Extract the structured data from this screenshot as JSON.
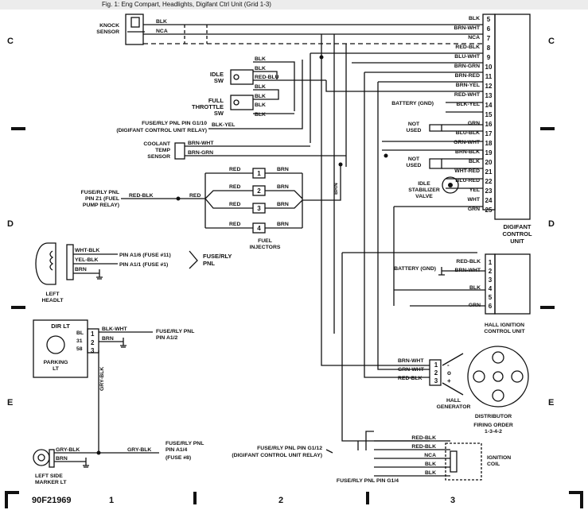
{
  "caption": "Fig. 1: Eng Compart, Headlights, Digifant Ctrl Unit (Grid 1-3)",
  "figure_id": "90F21969",
  "grid": {
    "rows": [
      "C",
      "D",
      "E"
    ],
    "cols": [
      "1",
      "2",
      "3"
    ]
  },
  "components": {
    "knock_sensor": "KNOCK SENSOR",
    "idle_sw": "IDLE SW",
    "full_throttle_sw": "FULL THROTTLE SW",
    "fuse_g1_10": "FUSE/RLY PNL PIN G1/10",
    "fuse_g1_10_note": "(DIGIFANT CONTROL UNIT RELAY)",
    "coolant_sensor": "COOLANT TEMP SENSOR",
    "fuse_z1": "FUSE/RLY PNL PIN Z1 (FUEL PUMP RELAY)",
    "fuel_injectors": "FUEL INJECTORS",
    "fuse_rly_pnl": "FUSE/RLY PNL",
    "pin_a1_6": "PIN A1/6 (FUSE #11)",
    "pin_a1_1": "PIN A1/1 (FUSE #1)",
    "left_headlt": "LEFT HEADLT",
    "dir_lt": "DIR LT",
    "parking_lt": "PARKING LT",
    "fuse_a1_2": "FUSE/RLY PNL PIN A1/2",
    "fuse_a1_4": "FUSE/RLY PNL PIN A1/4",
    "fuse_8": "(FUSE #8)",
    "left_marker": "LEFT SIDE MARKER LT",
    "digifant": "DIGIFANT CONTROL UNIT",
    "battery_gnd": "BATTERY (GND)",
    "not_used": "NOT USED",
    "idle_valve": "IDLE STABILIZER VALVE",
    "hall_icu": "HALL IGNITION CONTROL UNIT",
    "hall_gen": "HALL GENERATOR",
    "distributor": "DISTRIBUTOR",
    "firing_order": "FIRING ORDER 1-3-4-2",
    "fuse_g1_12": "FUSE/RLY PNL PIN G1/12",
    "fuse_g1_12_note": "(DIGIFANT CONTROL UNIT RELAY)",
    "fuse_g1_4": "FUSE/RLY PNL PIN G1/4",
    "ignition_coil": "IGNITION COIL"
  },
  "digifant_pins": [
    {
      "pin": "5",
      "wire": "BLK"
    },
    {
      "pin": "6",
      "wire": "BRN-WHT"
    },
    {
      "pin": "7",
      "wire": "NCA"
    },
    {
      "pin": "8",
      "wire": "RED-BLK"
    },
    {
      "pin": "9",
      "wire": "BLU-WHT"
    },
    {
      "pin": "10",
      "wire": "BRN-GRN"
    },
    {
      "pin": "11",
      "wire": "BRN-RED"
    },
    {
      "pin": "12",
      "wire": "BRN-YEL"
    },
    {
      "pin": "13",
      "wire": "RED-WHT"
    },
    {
      "pin": "14",
      "wire": "BLK-YEL"
    },
    {
      "pin": "15",
      "wire": ""
    },
    {
      "pin": "16",
      "wire": "GRN"
    },
    {
      "pin": "17",
      "wire": "BLU-BLK"
    },
    {
      "pin": "18",
      "wire": "GRN-WHT"
    },
    {
      "pin": "19",
      "wire": "BRN-BLK"
    },
    {
      "pin": "20",
      "wire": "BLK"
    },
    {
      "pin": "21",
      "wire": "WHT-RED"
    },
    {
      "pin": "22",
      "wire": "BLU-RED"
    },
    {
      "pin": "23",
      "wire": "YEL"
    },
    {
      "pin": "24",
      "wire": "WHT"
    },
    {
      "pin": "25",
      "wire": "GRN"
    }
  ],
  "hall_icu_pins": [
    {
      "pin": "1",
      "wire": "RED-BLK"
    },
    {
      "pin": "2",
      "wire": "BRN-WHT"
    },
    {
      "pin": "3",
      "wire": ""
    },
    {
      "pin": "4",
      "wire": "BLK"
    },
    {
      "pin": "5",
      "wire": ""
    },
    {
      "pin": "6",
      "wire": "GRN"
    }
  ],
  "hall_gen_pins": [
    {
      "sym": "-",
      "wire": "BRN-WHT"
    },
    {
      "sym": "o",
      "wire": "GRN-WHT"
    },
    {
      "sym": "+",
      "wire": "RED-BLK"
    }
  ],
  "coil_wires": [
    "RED-BLK",
    "RED-BLK",
    "NCA",
    "BLK",
    "BLK"
  ],
  "injectors": [
    "1",
    "2",
    "3",
    "4"
  ],
  "wires": {
    "blk": "BLK",
    "nca": "NCA",
    "blk_yel": "BLK-YEL",
    "brn_wht": "BRN-WHT",
    "brn_grn": "BRN-GRN",
    "red": "RED",
    "brn": "BRN",
    "red_blk": "RED-BLK",
    "red_blu": "RED-BLU",
    "wht_blk": "WHT-BLK",
    "yel_blk": "YEL-BLK",
    "bl": "BL",
    "p31": "31",
    "p58": "58",
    "blk_wht": "BLK-WHT",
    "gry_blk": "GRY-BLK",
    "gry_blk_v": "GRY-BLK",
    "brn_vertical": "BRN"
  }
}
